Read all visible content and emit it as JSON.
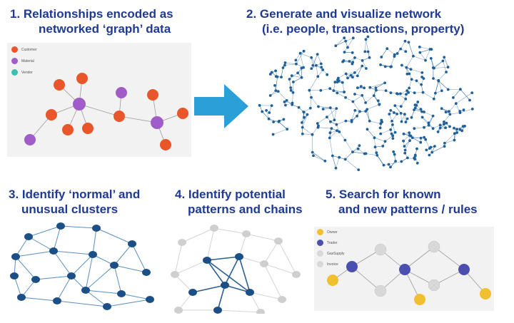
{
  "headings": {
    "h1": {
      "line1": "1.   Relationships encoded as",
      "line2": "networked ‘graph’ data"
    },
    "h2": {
      "line1": "2. Generate and visualize network",
      "line2": "(i.e. people, transactions, property)"
    },
    "h3": {
      "line1": "3. Identify ‘normal’ and",
      "line2": "unusual clusters"
    },
    "h4": {
      "line1": "4. Identify potential",
      "line2": "patterns and chains"
    },
    "h5": {
      "line1": "5. Search for known",
      "line2": "and new patterns / rules"
    }
  },
  "panel1": {
    "legend": [
      {
        "label": "Customer",
        "color": "#e8562a"
      },
      {
        "label": "Material",
        "color": "#a05cc8"
      },
      {
        "label": "Vendor",
        "color": "#3cbfae"
      }
    ]
  },
  "panel5": {
    "legend": [
      {
        "label": "Owner",
        "color": "#f0c030"
      },
      {
        "label": "Trader",
        "color": "#4a4fb0"
      },
      {
        "label": "GasSupply",
        "color": "#d8d8d8"
      },
      {
        "label": "Invoice",
        "color": "#d8d8d8"
      }
    ]
  },
  "colors": {
    "heading": "#1f3a93",
    "arrow": "#2a9fd8",
    "network": "#1f5f9a",
    "cluster_node": "#1b4f86",
    "faded": "#cfcfcf"
  }
}
